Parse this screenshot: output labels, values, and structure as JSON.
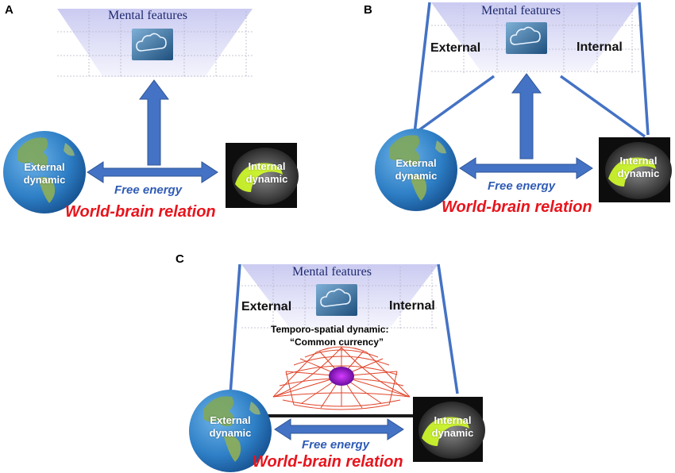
{
  "panels": {
    "a": {
      "letter": "A",
      "mental_features": "Mental features",
      "external_dynamic": "External dynamic",
      "internal_dynamic": "Internal dynamic",
      "free_energy": "Free energy",
      "world_brain_relation": "World-brain relation"
    },
    "b": {
      "letter": "B",
      "mental_features": "Mental features",
      "external": "External",
      "internal": "Internal",
      "external_dynamic": "External dynamic",
      "internal_dynamic": "Internal dynamic",
      "free_energy": "Free energy",
      "world_brain_relation": "World-brain relation"
    },
    "c": {
      "letter": "C",
      "mental_features": "Mental features",
      "external": "External",
      "internal": "Internal",
      "temporo_spatial_line1": "Temporo-spatial dynamic:",
      "temporo_spatial_line2": "“Common currency”",
      "external_dynamic": "External dynamic",
      "internal_dynamic": "Internal dynamic",
      "free_energy": "Free energy",
      "world_brain_relation": "World-brain relation"
    }
  },
  "icons": {
    "cloud": "cloud-icon",
    "globe": "globe-icon",
    "brain": "brain-mri-icon",
    "mesh": "mesh-grid-icon"
  },
  "colors": {
    "arrow_blue": "#4472c4",
    "arrow_dark": "#2f5597",
    "world_brain_red": "#e8141c",
    "free_energy_blue": "#2f5bb5",
    "mental_text": "#1d2a6e",
    "mental_fill": "#c9c9f2",
    "brain_highlight": "#d4ff2a",
    "mesh_red": "#e0442a",
    "mesh_core": "#9b10c8"
  }
}
